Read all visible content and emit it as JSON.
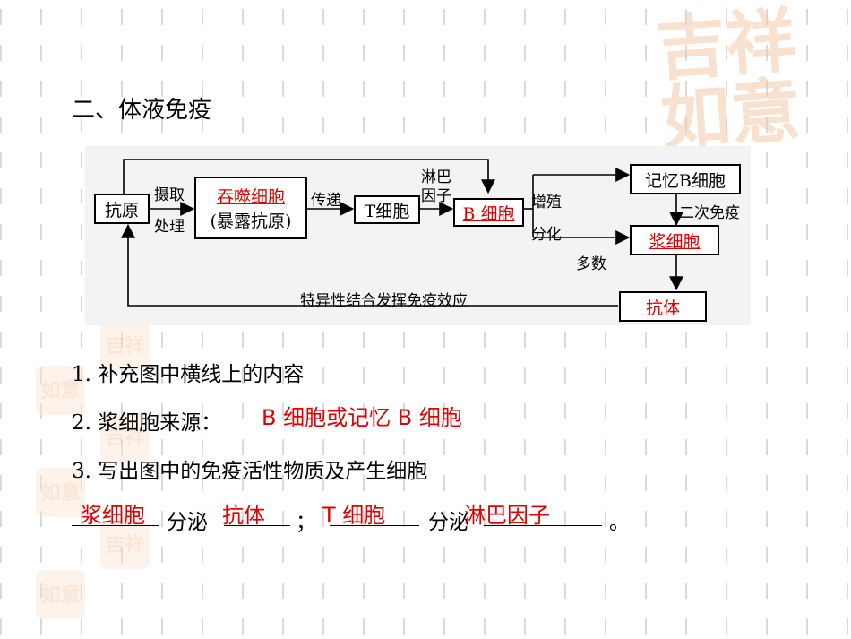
{
  "heading": "二、体液免疫",
  "diagram": {
    "antigen": "抗原",
    "capture": "摄取",
    "process": "处理",
    "phagocyte": "吞噬细胞",
    "expose": "(暴露抗原)",
    "transmit": "传递",
    "tcell": "T细胞",
    "lymph_line1": "淋巴",
    "lymph_line2": "因子",
    "bcell": "B 细胞",
    "proliferate": "增殖",
    "differentiate": "分化",
    "memory_b": "记忆B细胞",
    "second_immune": "二次免疫",
    "plasma": "浆细胞",
    "majority": "多数",
    "antibody": "抗体",
    "specific_binding": "特异性结合发挥免疫效应"
  },
  "questions": {
    "q1": "1. 补充图中横线上的内容",
    "q2_prefix": "2. 浆细胞来源：",
    "q2_answer": "B 细胞或记忆 B 细胞",
    "q3": "3. 写出图中的免疫活性物质及产生细胞",
    "q3_ans1": "浆细胞",
    "q3_secrete1": "分泌",
    "q3_ans2": "抗体",
    "q3_sep": "；",
    "q3_ans3": "T 细胞",
    "q3_secrete2": "分泌",
    "q3_ans4": "淋巴因子",
    "q3_end": "。"
  },
  "colors": {
    "answer": "#e00000",
    "seal": "#f4c9a8"
  }
}
